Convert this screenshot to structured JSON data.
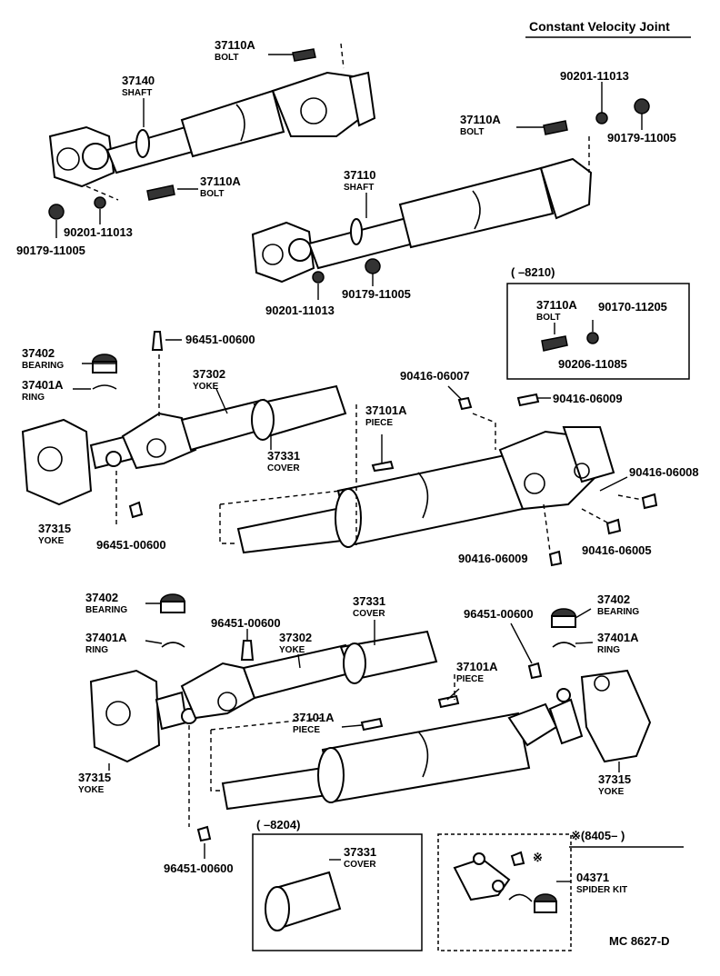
{
  "header": {
    "title": "Constant Velocity Joint"
  },
  "footer": {
    "code": "MC  8627-D"
  },
  "groups": {
    "group1": {
      "p37110A_top": {
        "no": "37110A",
        "name": "BOLT"
      },
      "p37140": {
        "no": "37140",
        "name": "SHAFT"
      },
      "p37110A_mid": {
        "no": "37110A",
        "name": "BOLT"
      },
      "p90201_a": {
        "no": "90201-11013"
      },
      "p90179_a": {
        "no": "90179-11005"
      }
    },
    "group2": {
      "p90201_b": {
        "no": "90201-11013"
      },
      "p37110A_b": {
        "no": "37110A",
        "name": "BOLT"
      },
      "p90179_b": {
        "no": "90179-11005"
      },
      "p37110": {
        "no": "37110",
        "name": "SHAFT"
      },
      "p90201_c": {
        "no": "90201-11013"
      },
      "p90179_c": {
        "no": "90179-11005"
      }
    },
    "inset8210": {
      "range": "(       –8210)",
      "p37110A": {
        "no": "37110A",
        "name": "BOLT"
      },
      "p90170": {
        "no": "90170-11205"
      },
      "p90206": {
        "no": "90206-11085"
      }
    },
    "group3": {
      "p96451_top": {
        "no": "96451-00600"
      },
      "p37402": {
        "no": "37402",
        "name": "BEARING"
      },
      "p37401A": {
        "no": "37401A",
        "name": "RING"
      },
      "p37302": {
        "no": "37302",
        "name": "YOKE"
      },
      "p90416_07": {
        "no": "90416-06007"
      },
      "p90416_09a": {
        "no": "90416-06009"
      },
      "p37101A": {
        "no": "37101A",
        "name": "PIECE"
      },
      "p37331": {
        "no": "37331",
        "name": "COVER"
      },
      "p37315": {
        "no": "37315",
        "name": "YOKE"
      },
      "p96451_bot": {
        "no": "96451-00600"
      },
      "p90416_08": {
        "no": "90416-06008"
      },
      "p90416_09b": {
        "no": "90416-06009"
      },
      "p90416_05": {
        "no": "90416-06005"
      }
    },
    "group4": {
      "p37402_l": {
        "no": "37402",
        "name": "BEARING"
      },
      "p96451_l": {
        "no": "96451-00600"
      },
      "p37331": {
        "no": "37331",
        "name": "COVER"
      },
      "p96451_r": {
        "no": "96451-00600"
      },
      "p37402_r": {
        "no": "37402",
        "name": "BEARING"
      },
      "p37401A_l": {
        "no": "37401A",
        "name": "RING"
      },
      "p37302": {
        "no": "37302",
        "name": "YOKE"
      },
      "p37101A_r": {
        "no": "37101A",
        "name": "PIECE"
      },
      "p37401A_r": {
        "no": "37401A",
        "name": "RING"
      },
      "p37101A_m": {
        "no": "37101A",
        "name": "PIECE"
      },
      "p37315_l": {
        "no": "37315",
        "name": "YOKE"
      },
      "p37315_r": {
        "no": "37315",
        "name": "YOKE"
      },
      "p96451_b": {
        "no": "96451-00600"
      }
    },
    "inset8204": {
      "range": "(       –8204)",
      "p37331": {
        "no": "37331",
        "name": "COVER"
      }
    },
    "inset8405": {
      "range": "※(8405–          )",
      "mark": "※",
      "p04371": {
        "no": "04371",
        "name": "SPIDER KIT"
      }
    }
  }
}
